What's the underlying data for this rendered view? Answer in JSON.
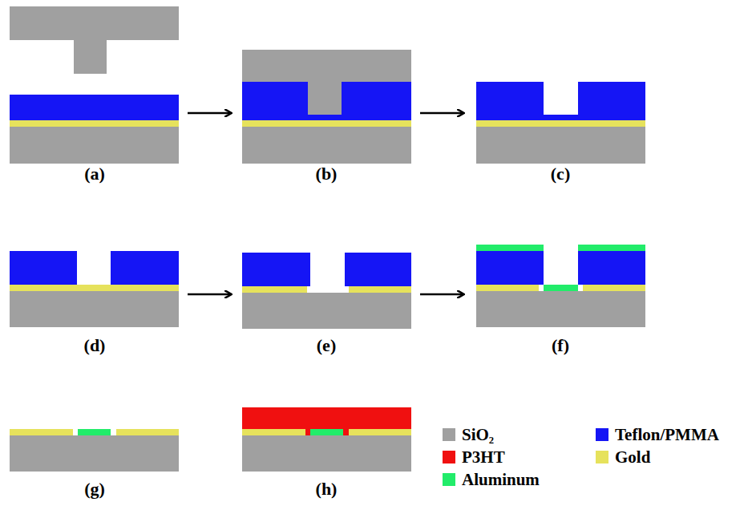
{
  "diagram": {
    "labels": [
      "(a)",
      "(b)",
      "(c)",
      "(d)",
      "(e)",
      "(f)",
      "(g)",
      "(h)"
    ],
    "legend": [
      {
        "text": "SiO₂",
        "color": "#a0a0a0"
      },
      {
        "text": "Teflon/PMMA",
        "color": "#1515f5"
      },
      {
        "text": "P3HT",
        "color": "#f01010"
      },
      {
        "text": "Gold",
        "color": "#e6e25c"
      },
      {
        "text": "Aluminum",
        "color": "#22ec6a"
      }
    ]
  }
}
